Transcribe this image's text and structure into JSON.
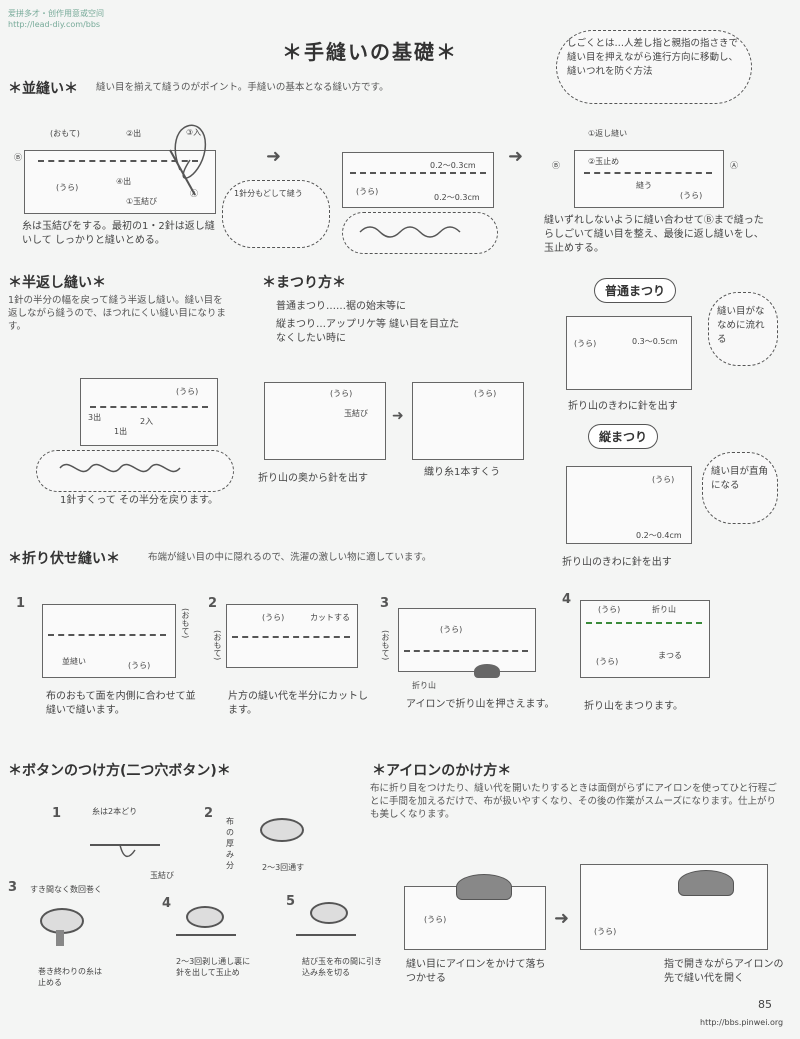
{
  "header": {
    "source_line1": "爱拼多才・创作用意或空间",
    "source_line2": "http://lead-diy.com/bbs",
    "title": "＊手縫いの基礎＊"
  },
  "nami": {
    "heading": "＊並縫い＊",
    "desc": "縫い目を揃えて縫うのがポイント。手縫いの基本となる縫い方です。",
    "labels": {
      "omote": "(おもて)",
      "ura": "(うら)",
      "out2": "②出",
      "in3": "③入",
      "out4": "④出",
      "knot1": "①玉結び",
      "a": "Ⓐ",
      "b": "Ⓑ",
      "spacing1": "0.2～0.3cm",
      "spacing2": "0.2～0.3cm"
    },
    "note1": "糸は玉結びをする。最初の1・2針は返し縫いして しっかりと縫いとめる。",
    "cloud_small": "1針分もどして縫う",
    "step3_labels": {
      "kaeshi": "①返し縫い",
      "tamadome": "②玉止め",
      "nuu": "縫う",
      "ura": "(うら)",
      "a": "Ⓐ",
      "b": "Ⓑ"
    },
    "note3": "縫いずれしないように縫い合わせてⒷまで縫ったらしごいて縫い目を整え、最後に返し縫いをし、玉止めする。",
    "shigoku": "しごくとは…人差し指と親指の指さきで縫い目を押えながら進行方向に移動し、縫いつれを防ぐ方法"
  },
  "hangaeshi": {
    "heading": "＊半返し縫い＊",
    "desc": "1針の半分の幅を戻って縫う半返し縫い。縫い目を返しながら縫うので、ほつれにくい縫い目になります。",
    "labels": {
      "ura": "(うら)",
      "out3": "3出",
      "out1": "1出",
      "in2": "2入"
    },
    "note": "1針すくって その半分を戻ります。"
  },
  "matsuri": {
    "heading": "＊まつり方＊",
    "types": [
      "普通まつり……裾の始末等に",
      "縦まつり…アップリケ等 縫い目を目立たなくしたい時に"
    ],
    "labels": {
      "ura": "(うら)",
      "knot": "玉結び"
    },
    "caption1": "折り山の奥から針を出す",
    "caption2": "織り糸1本すくう",
    "futsu_title": "普通まつり",
    "futsu_spacing": "0.3～0.5cm",
    "futsu_note": "縫い目がななめに流れる",
    "futsu_caption": "折り山のきわに針を出す",
    "tate_title": "縦まつり",
    "tate_spacing": "0.2～0.4cm",
    "tate_note": "縫い目が直角になる",
    "tate_caption": "折り山のきわに針を出す"
  },
  "orifuse": {
    "heading": "＊折り伏せ縫い＊",
    "desc": "布端が縫い目の中に隠れるので、洗濯の激しい物に適しています。",
    "steps": [
      {
        "num": "1",
        "labels": [
          "(おもて)",
          "並縫い",
          "(うら)"
        ],
        "caption": "布のおもて面を内側に合わせて並縫いで縫います。"
      },
      {
        "num": "2",
        "labels": [
          "(うら)",
          "カットする",
          "(おもて)"
        ],
        "caption": "片方の縫い代を半分にカットします。"
      },
      {
        "num": "3",
        "labels": [
          "(うら)",
          "(おもて)",
          "折り山"
        ],
        "caption": "アイロンで折り山を押さえます。"
      },
      {
        "num": "4",
        "labels": [
          "(うら)",
          "折り山",
          "(うら)",
          "まつる"
        ],
        "caption": "折り山をまつります。"
      }
    ]
  },
  "button": {
    "heading": "＊ボタンのつけ方(二つ穴ボタン)＊",
    "steps": [
      {
        "num": "1",
        "text": "糸は2本どり",
        "sub": "玉結び"
      },
      {
        "num": "2",
        "text": "布の厚み分",
        "sub": "2～3回通す"
      },
      {
        "num": "3",
        "text": "すき間なく数回巻く",
        "sub": "巻き終わりの糸は止める"
      },
      {
        "num": "4",
        "text": "2～3回剥し通し裏に針を出して玉止め",
        "sub": ""
      },
      {
        "num": "5",
        "text": "結び玉を布の間に引き込み糸を切る",
        "sub": ""
      }
    ]
  },
  "iron": {
    "heading": "＊アイロンのかけ方＊",
    "desc": "布に折り目をつけたり、縫い代を開いたりするときは面倒がらずにアイロンを使ってひと行程ごとに手間を加えるだけで、布が扱いやすくなり、その後の作業がスムーズになります。仕上がりも美しくなります。",
    "caption1": "縫い目にアイロンをかけて落ちつかせる",
    "caption2": "指で開きながらアイロンの先で縫い代を開く",
    "ura": "(うら)"
  },
  "footer": {
    "page": "85",
    "url": "http://bbs.pinwei.org"
  }
}
